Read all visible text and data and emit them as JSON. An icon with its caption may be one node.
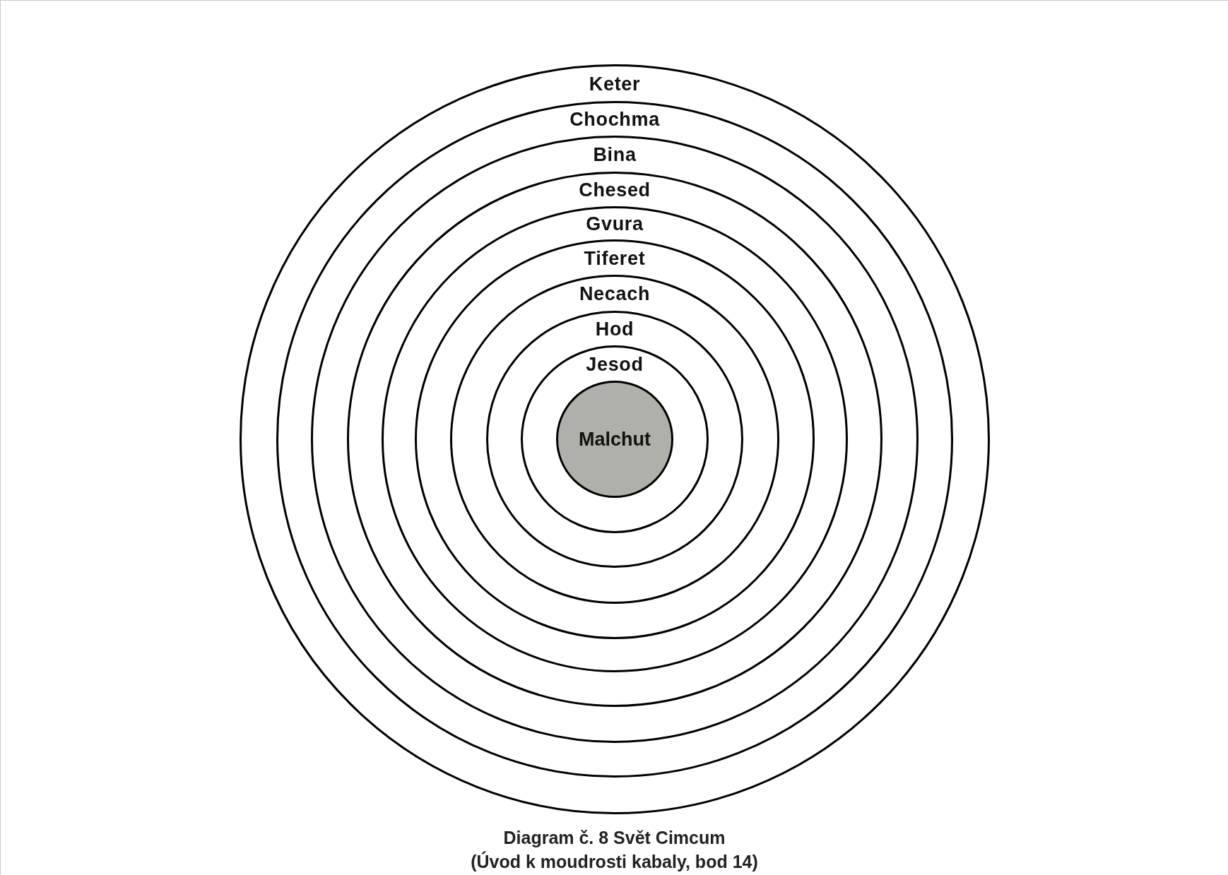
{
  "diagram": {
    "title": "Diagram č. 8 Svět Cimcum",
    "caption": "(Úvod k moudrosti kabaly, bod 14)",
    "nodes": [
      {
        "text": [
          "Keter"
        ]
      },
      {
        "text": [
          "Chochma"
        ],
        "in": 0
      },
      {
        "text": [
          "Bina"
        ],
        "in": 1
      },
      {
        "text": [
          "Chesed"
        ],
        "in": 2
      },
      {
        "text": [
          "Gvura"
        ],
        "in": 3
      },
      {
        "text": [
          "Tiferet"
        ],
        "in": 4
      },
      {
        "text": [
          "Necach"
        ],
        "in": 5
      },
      {
        "text": [
          "Hod"
        ],
        "in": 6
      },
      {
        "text": [
          "Jesod"
        ],
        "in": 7
      },
      {
        "text": [
          "Malchut"
        ],
        "in": 8
      }
    ]
  }
}
